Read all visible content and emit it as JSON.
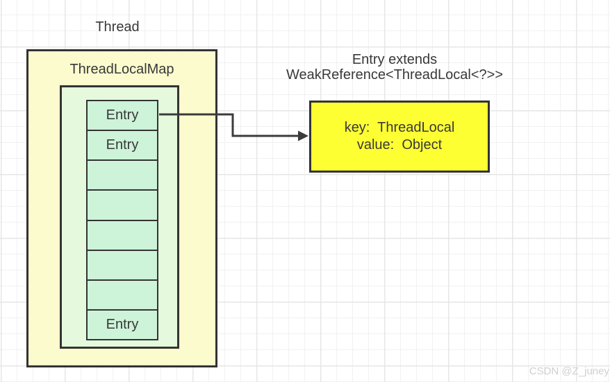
{
  "diagram": {
    "thread_label": "Thread",
    "map_box": {
      "title": "ThreadLocalMap"
    },
    "entries": [
      "Entry",
      "Entry",
      "",
      "",
      "",
      "",
      "",
      "Entry"
    ],
    "entry_note": {
      "line1": "Entry extends",
      "line2": "WeakReference<ThreadLocal<?>>"
    },
    "entry_detail": {
      "key_line": "key:  ThreadLocal",
      "value_line": "value:  Object"
    },
    "watermark": "CSDN @Z_juney",
    "colors": {
      "map_box_fill": "#fbfbce",
      "table_fill": "#e5f9dd",
      "cell_fill": "#cdf3d8",
      "entry_detail_fill": "#fdff33",
      "border": "#333333",
      "arrow": "#3b3b3b",
      "grid_minor": "#f1f1f1",
      "grid_major": "#e6e6e6"
    }
  }
}
